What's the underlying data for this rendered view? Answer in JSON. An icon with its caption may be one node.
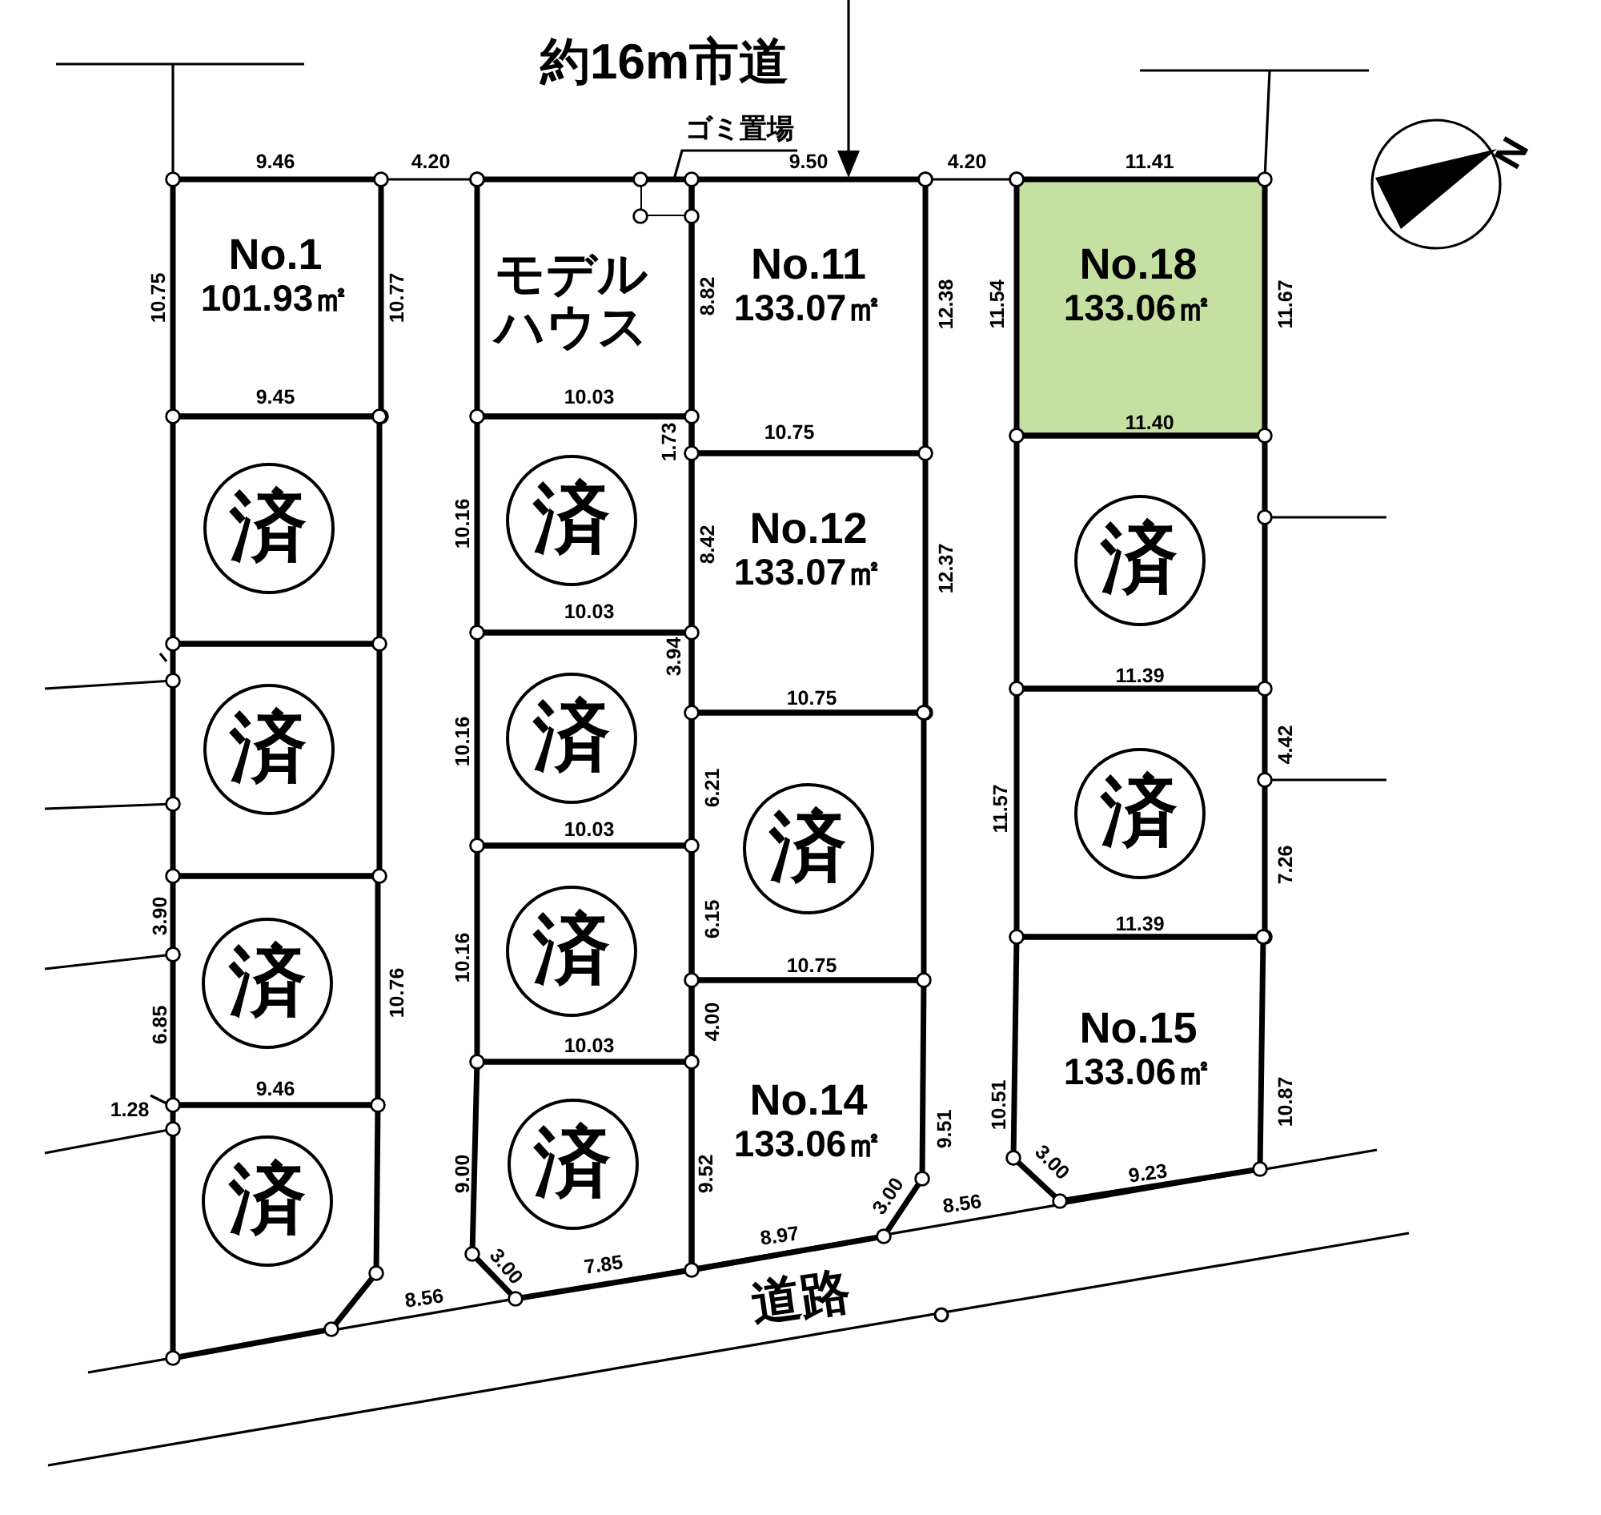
{
  "diagram": {
    "title": "約16m市道",
    "nodes": [
      {
        "text": [
          "No.1",
          "101.93㎡"
        ]
      },
      {
        "text": [
          "モデルハウス"
        ]
      },
      {
        "text": [
          "ゴミ置場"
        ]
      },
      {
        "text": [],
        "shape": "box",
        "in": 1
      },
      {
        "text": [
          "No.11",
          "133.07㎡"
        ]
      },
      {
        "text": [
          "No.18",
          "133.06㎡"
        ]
      },
      {
        "text": [],
        "shape": "box"
      },
      {
        "text": [
          "済"
        ],
        "in": 6
      },
      {
        "text": [],
        "shape": "box"
      },
      {
        "text": [
          "済"
        ],
        "in": 8
      },
      {
        "text": [
          "No.12",
          "133.07㎡"
        ]
      },
      {
        "text": [],
        "shape": "box"
      },
      {
        "text": [
          "済"
        ],
        "in": 11
      },
      {
        "text": [],
        "shape": "box"
      },
      {
        "text": [
          "済"
        ],
        "in": 13
      },
      {
        "text": [],
        "shape": "box"
      },
      {
        "text": [
          "済"
        ],
        "in": 15
      },
      {
        "text": [],
        "shape": "box"
      },
      {
        "text": [
          "済"
        ],
        "in": 17
      },
      {
        "text": [],
        "shape": "box"
      },
      {
        "text": [
          "済"
        ],
        "in": 19
      },
      {
        "text": [],
        "shape": "box"
      },
      {
        "text": [
          "済"
        ],
        "in": 21
      },
      {
        "text": [],
        "shape": "box"
      },
      {
        "text": [
          "済"
        ],
        "in": 23
      },
      {
        "text": [
          "No.14",
          "133.06㎡"
        ]
      },
      {
        "text": [
          "No.15",
          "133.06㎡"
        ]
      },
      {
        "text": [],
        "shape": "box"
      },
      {
        "text": [
          "済"
        ],
        "in": 27
      },
      {
        "text": [],
        "shape": "box"
      },
      {
        "text": [
          "済"
        ],
        "in": 29
      }
    ],
    "edges": [
      {
        "from": 2,
        "to": 3,
        "arrow": "none"
      }
    ],
    "labels": [
      "9.46",
      "4.20",
      "9.50",
      "4.20",
      "11.41",
      "10.75",
      "10.77",
      "8.82",
      "12.38",
      "11.54",
      "11.67",
      "9.45",
      "10.03",
      "1.73",
      "10.75",
      "11.40",
      "10.16",
      "8.42",
      "12.37",
      "10.03",
      "3.94",
      "10.75",
      "11.39",
      "10.16",
      "4.42",
      "6.21",
      "11.57",
      "10.03",
      "7.26",
      "3.90",
      "6.15",
      "11.39",
      "10.16",
      "10.76",
      "10.75",
      "6.85",
      "4.00",
      "10.03",
      "9.46",
      "1.28",
      "10.51",
      "10.87",
      "9.00",
      "9.52",
      "9.51",
      "3.00",
      "9.23",
      "3.00",
      "8.56",
      "8.97",
      "3.00",
      "7.85",
      "8.56",
      "道路",
      "N"
    ]
  }
}
